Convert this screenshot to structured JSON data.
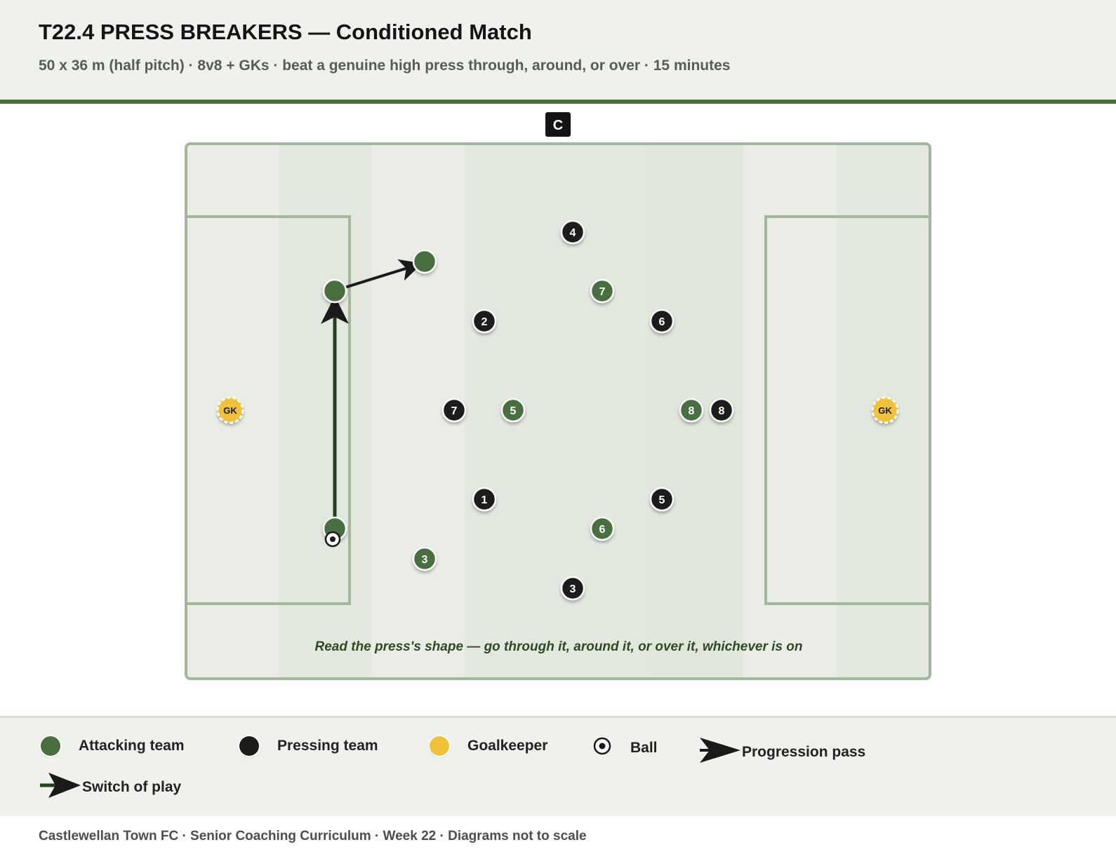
{
  "header": {
    "title": "T22.4 PRESS BREAKERS — Conditioned Match",
    "subtitle": "50 x 36 m (half pitch) · 8v8 + GKs · beat a genuine high press through, around, or over · 15 minutes"
  },
  "colors": {
    "attacking": "#4a6e3f",
    "pressing": "#1c1c1c",
    "goalkeeper": "#f0c23a",
    "pitch_light": "#eaede6",
    "pitch_dark": "#e1e7dd",
    "pitch_line": "#a3b79c",
    "accent": "#4a6e3f"
  },
  "pitch": {
    "coach_label": "C",
    "coaching_point": "Read the press's shape — go through it, around it, or over it, whichever is on",
    "attacking_players": [
      {
        "label": ""
      },
      {
        "label": ""
      },
      {
        "label": "7"
      },
      {
        "label": "5"
      },
      {
        "label": "8"
      },
      {
        "label": ""
      },
      {
        "label": "6"
      },
      {
        "label": "3"
      }
    ],
    "pressing_players": [
      {
        "label": "4"
      },
      {
        "label": "2"
      },
      {
        "label": "6"
      },
      {
        "label": "7"
      },
      {
        "label": "8"
      },
      {
        "label": "1"
      },
      {
        "label": "5"
      },
      {
        "label": "3"
      }
    ],
    "goalkeepers": [
      {
        "label": "GK"
      },
      {
        "label": "GK"
      }
    ],
    "ball": {
      "icon": "ball-icon"
    },
    "arrows": [
      {
        "type": "progression",
        "icon": "progression-arrow-icon"
      },
      {
        "type": "switch",
        "icon": "switch-arrow-icon"
      }
    ]
  },
  "legend": [
    {
      "label": "Attacking team",
      "icon": "attacking-player-icon"
    },
    {
      "label": "Pressing team",
      "icon": "pressing-player-icon"
    },
    {
      "label": "Goalkeeper",
      "icon": "goalkeeper-icon"
    },
    {
      "label": "Ball",
      "icon": "ball-icon"
    },
    {
      "label": "Progression pass",
      "icon": "progression-arrow-icon"
    },
    {
      "label": "Switch of play",
      "icon": "switch-arrow-icon"
    }
  ],
  "footer": {
    "text": "Castlewellan Town FC · Senior Coaching Curriculum · Week 22 · Diagrams not to scale"
  }
}
